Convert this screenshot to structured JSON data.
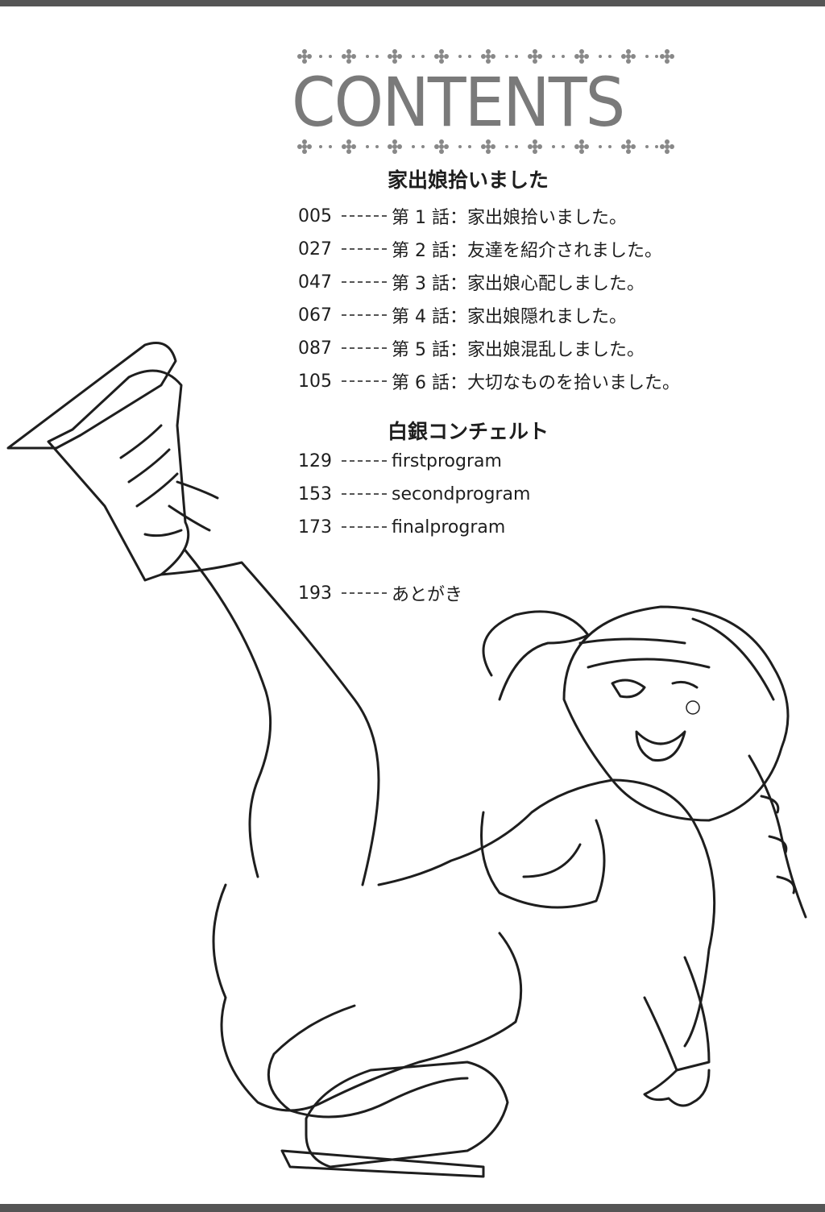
{
  "header": {
    "title": "CONTENTS"
  },
  "sections": [
    {
      "heading": "家出娘拾いました",
      "entries": [
        {
          "page": "005",
          "title": "第 1 話：家出娘拾いました。"
        },
        {
          "page": "027",
          "title": "第 2 話：友達を紹介されました。"
        },
        {
          "page": "047",
          "title": "第 3 話：家出娘心配しました。"
        },
        {
          "page": "067",
          "title": "第 4 話：家出娘隠れました。"
        },
        {
          "page": "087",
          "title": "第 5 話：家出娘混乱しました。"
        },
        {
          "page": "105",
          "title": "第 6 話：大切なものを拾いました。"
        }
      ]
    },
    {
      "heading": "白銀コンチェルト",
      "entries": [
        {
          "page": "129",
          "title": "firstprogram"
        },
        {
          "page": "153",
          "title": "secondprogram"
        },
        {
          "page": "173",
          "title": "finalprogram"
        }
      ]
    }
  ],
  "afterword": {
    "page": "193",
    "title": "あとがき"
  },
  "colors": {
    "frame": "#555555",
    "title": "#7a7a7a",
    "text": "#1e1e1e"
  },
  "icons": {
    "ornament": "clover-diamond-ornament"
  }
}
